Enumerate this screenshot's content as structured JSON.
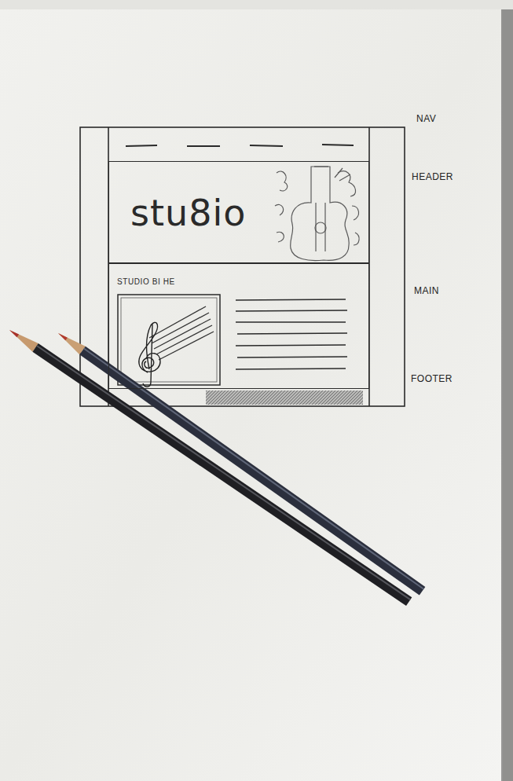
{
  "diagram": {
    "nodes": [
      {
        "text": [
          "stu8io"
        ]
      },
      {
        "text": [
          "STUDIO BI HE"
        ]
      }
    ],
    "labels": [
      "NAV",
      "HEADER",
      "MAIN",
      "FOOTER"
    ]
  }
}
